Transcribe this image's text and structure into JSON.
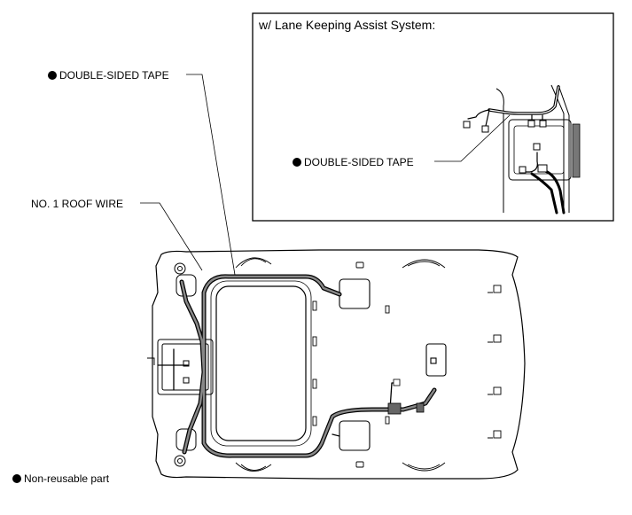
{
  "inset": {
    "title": "w/ Lane Keeping Assist System:",
    "callout": "DOUBLE-SIDED TAPE"
  },
  "callouts": {
    "tape": "DOUBLE-SIDED TAPE",
    "roof_wire": "NO. 1 ROOF WIRE"
  },
  "legend": {
    "text": "Non-reusable part",
    "icon": "filled-circle-icon"
  },
  "colors": {
    "line": "#000000",
    "wire_fill": "#555555",
    "background": "#ffffff"
  }
}
